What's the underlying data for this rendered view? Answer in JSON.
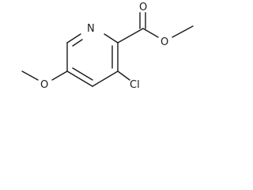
{
  "molecule": {
    "atoms": {
      "ring_nitrogen": "N",
      "carbonyl_oxygen": "O",
      "ester_oxygen": "O",
      "methoxy_oxygen": "O",
      "chlorine": "Cl"
    }
  }
}
